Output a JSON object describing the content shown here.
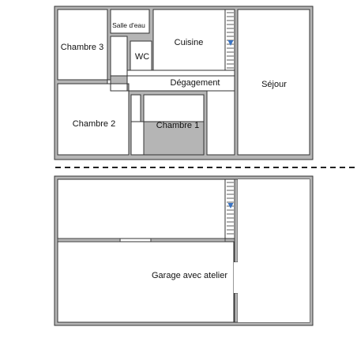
{
  "upper_floor": {
    "rooms": {
      "chambre3": "Chambre 3",
      "salle_deau": "Salle d'eau",
      "wc": "WC",
      "cuisine": "Cuisine",
      "degagement": "Dégagement",
      "sejour": "Séjour",
      "chambre2": "Chambre 2",
      "chambre1": "Chambre 1"
    }
  },
  "lower_floor": {
    "rooms": {
      "garage": "Garage avec atelier"
    }
  },
  "colors": {
    "wall_fill": "#b5b5b5",
    "wall_line": "#333333",
    "stair_arrow": "#3a74c4",
    "divider": "#222222"
  },
  "icons": {
    "stair_arrow": "stair-arrow-icon"
  }
}
